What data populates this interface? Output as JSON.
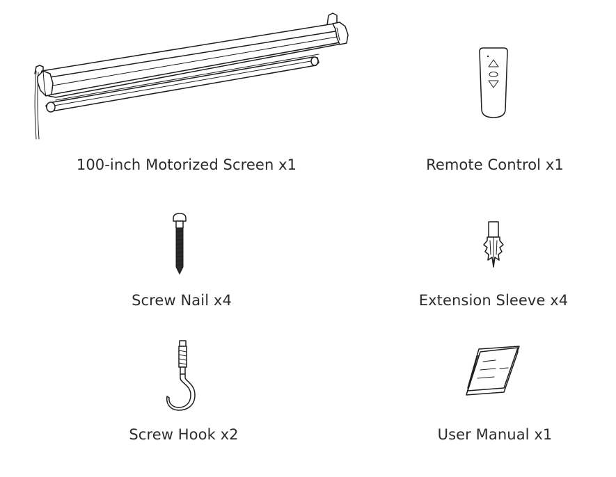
{
  "items": [
    {
      "icon": "projector-screen-icon",
      "label": "100-inch Motorized Screen x1"
    },
    {
      "icon": "remote-control-icon",
      "label": "Remote Control x1"
    },
    {
      "icon": "screw-nail-icon",
      "label": "Screw Nail x4"
    },
    {
      "icon": "extension-sleeve-icon",
      "label": "Extension Sleeve x4"
    },
    {
      "icon": "screw-hook-icon",
      "label": "Screw Hook x2"
    },
    {
      "icon": "user-manual-icon",
      "label": "User Manual x1"
    }
  ],
  "colors": {
    "line": "#1e1e1e",
    "text": "#2b2b2b",
    "background": "#ffffff"
  }
}
